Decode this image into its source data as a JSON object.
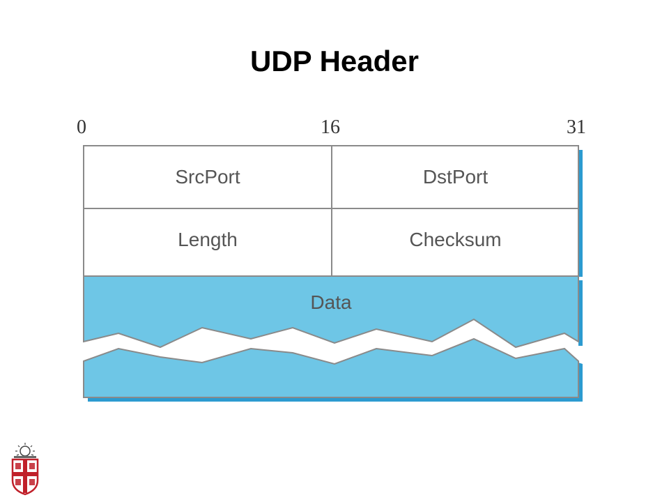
{
  "title": "UDP Header",
  "bit_labels": {
    "start": "0",
    "middle": "16",
    "end": "31"
  },
  "fields": {
    "src_port": "SrcPort",
    "dst_port": "DstPort",
    "length": "Length",
    "checksum": "Checksum",
    "data": "Data"
  },
  "colors": {
    "data_fill": "#6ec6e6",
    "data_shadow": "#2c9bd0",
    "grid_line": "#8a8a8a",
    "logo_red": "#c0202a"
  },
  "icons": {
    "logo": "university-shield-icon"
  }
}
